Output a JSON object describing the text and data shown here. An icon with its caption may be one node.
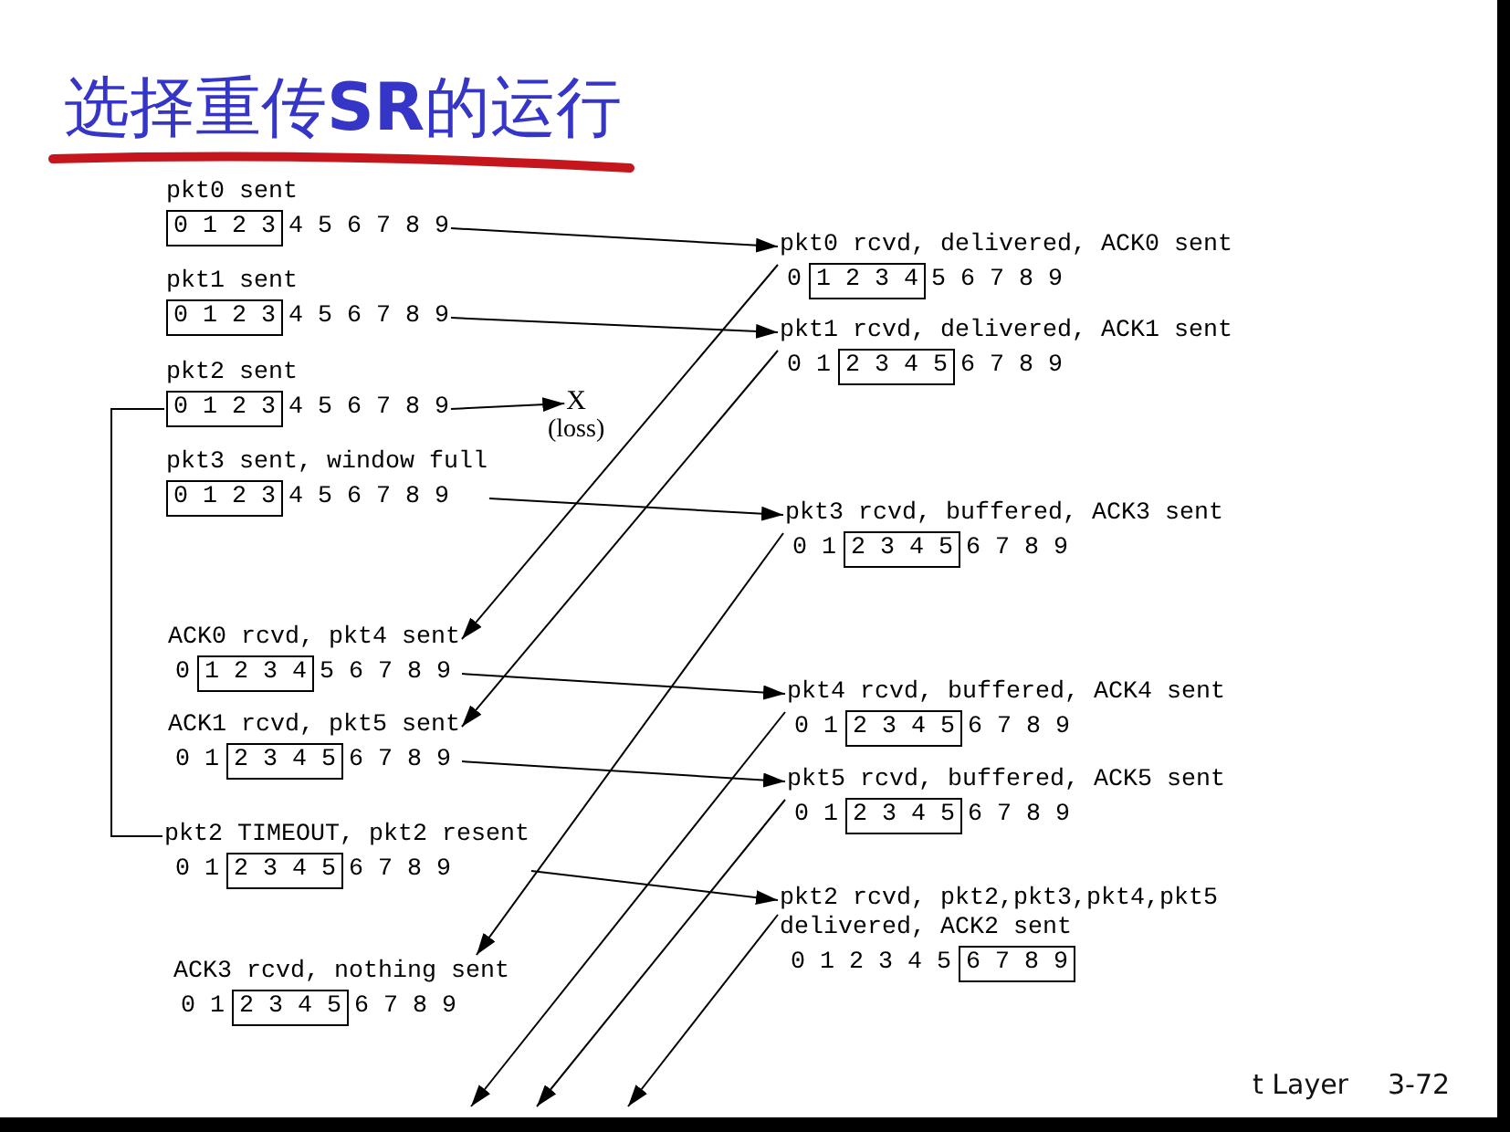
{
  "diagram": {
    "title": "选择重传**SR**的运行",
    "nodes": [
      {
        "text": [
          "pkt0 sent"
        ]
      },
      {
        "text": [
          "0 1 2 3"
        ],
        "beside": [
          "4 5 6 7 8 9"
        ],
        "in": 0
      },
      {
        "text": [
          "pkt0 rcvd, delivered, ACK0 sent"
        ]
      },
      {
        "text": [
          "1 2 3 4"
        ],
        "beside": [
          "0",
          "5 6 7 8 9"
        ],
        "in": 2
      },
      {
        "text": [
          "pkt1 sent"
        ]
      },
      {
        "text": [
          "0 1 2 3"
        ],
        "beside": [
          "4 5 6 7 8 9"
        ],
        "in": 4
      },
      {
        "text": [
          "pkt1 rcvd, delivered, ACK1 sent"
        ]
      },
      {
        "text": [
          "2 3 4 5"
        ],
        "beside": [
          "0 1",
          "6 7 8 9"
        ],
        "in": 6
      },
      {
        "text": [
          "pkt2 sent"
        ]
      },
      {
        "text": [
          "0 1 2 3"
        ],
        "beside": [
          "4 5 6 7 8 9"
        ],
        "in": 8
      },
      {
        "text": [
          "X"
        ],
        "beside": [
          "(loss)"
        ]
      },
      {
        "text": [
          "pkt3 sent, window full"
        ]
      },
      {
        "text": [
          "0 1 2 3"
        ],
        "beside": [
          "4 5 6 7 8 9"
        ],
        "in": 11
      },
      {
        "text": [
          "pkt3 rcvd, buffered, ACK3 sent"
        ]
      },
      {
        "text": [
          "2 3 4 5"
        ],
        "beside": [
          "0 1",
          "6 7 8 9"
        ],
        "in": 13
      },
      {
        "text": [
          "ACK0 rcvd, pkt4 sent"
        ]
      },
      {
        "text": [
          "1 2 3 4"
        ],
        "beside": [
          "0",
          "5 6 7 8 9"
        ],
        "in": 15
      },
      {
        "text": [
          "pkt4 rcvd, buffered, ACK4 sent"
        ]
      },
      {
        "text": [
          "2 3 4 5"
        ],
        "beside": [
          "0 1",
          "6 7 8 9"
        ],
        "in": 17
      },
      {
        "text": [
          "ACK1 rcvd, pkt5 sent"
        ]
      },
      {
        "text": [
          "2 3 4 5"
        ],
        "beside": [
          "0 1",
          "6 7 8 9"
        ],
        "in": 19
      },
      {
        "text": [
          "pkt5 rcvd, buffered, ACK5 sent"
        ]
      },
      {
        "text": [
          "2 3 4 5"
        ],
        "beside": [
          "0 1",
          "6 7 8 9"
        ],
        "in": 21
      },
      {
        "text": [
          "pkt2 TIMEOUT, pkt2 resent"
        ]
      },
      {
        "text": [
          "2 3 4 5"
        ],
        "beside": [
          "0 1",
          "6 7 8 9"
        ],
        "in": 23
      },
      {
        "text": [
          "pkt2 rcvd, pkt2,pkt3,pkt4,pkt5 delivered, ACK2 sent"
        ]
      },
      {
        "text": [
          "6 7 8 9"
        ],
        "beside": [
          "0 1 2 3 4 5"
        ],
        "in": 25
      },
      {
        "text": [
          "ACK3 rcvd, nothing sent"
        ]
      },
      {
        "text": [
          "2 3 4 5"
        ],
        "beside": [
          "0 1",
          "6 7 8 9"
        ],
        "in": 27
      }
    ],
    "edges": [
      {
        "from": 0,
        "to": 2,
        "arrow": "to"
      },
      {
        "from": 4,
        "to": 6,
        "arrow": "to"
      },
      {
        "from": 8,
        "to": 10,
        "arrow": "to"
      },
      {
        "from": 11,
        "to": 13,
        "arrow": "to"
      },
      {
        "from": 2,
        "to": 15,
        "arrow": "to"
      },
      {
        "from": 6,
        "to": 19,
        "arrow": "to"
      },
      {
        "from": 15,
        "to": 17,
        "arrow": "to"
      },
      {
        "from": 19,
        "to": 21,
        "arrow": "to"
      },
      {
        "from": 13,
        "to": 27,
        "arrow": "to"
      },
      {
        "from": 23,
        "to": 25,
        "arrow": "to"
      },
      {
        "from": 17,
        "to": null,
        "arrow": "to"
      },
      {
        "from": 21,
        "to": null,
        "arrow": "to"
      },
      {
        "from": 25,
        "to": null,
        "arrow": "to"
      },
      {
        "from": 8,
        "to": 23,
        "arrow": "none"
      }
    ],
    "labels": [
      "t Layer",
      "3-72"
    ]
  }
}
